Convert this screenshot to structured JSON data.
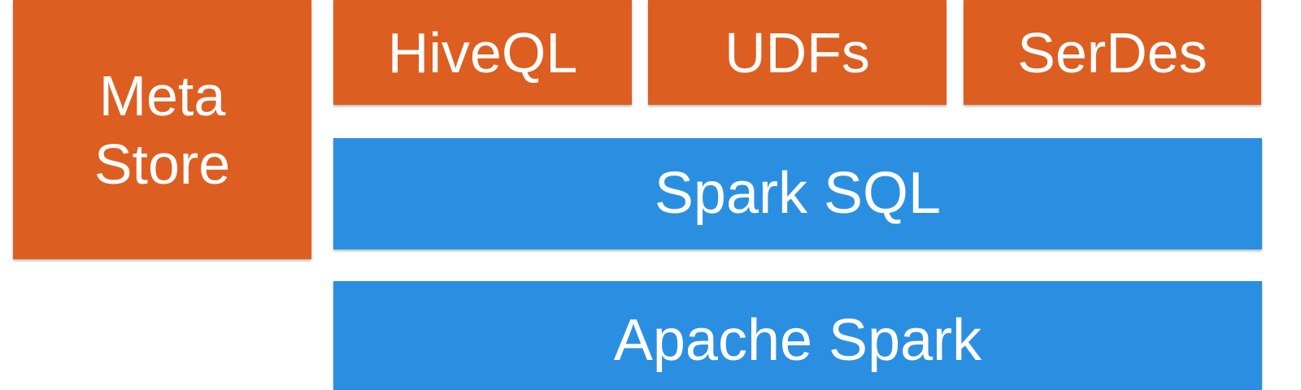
{
  "diagram": {
    "metastore": {
      "line1": "Meta",
      "line2": "Store"
    },
    "top_row": {
      "hiveql": "HiveQL",
      "udfs": "UDFs",
      "serdes": "SerDes"
    },
    "spark_sql": "Spark SQL",
    "apache_spark": "Apache Spark"
  },
  "colors": {
    "orange": "#dd5e21",
    "blue": "#2b8fe1",
    "text": "#ffffff"
  }
}
